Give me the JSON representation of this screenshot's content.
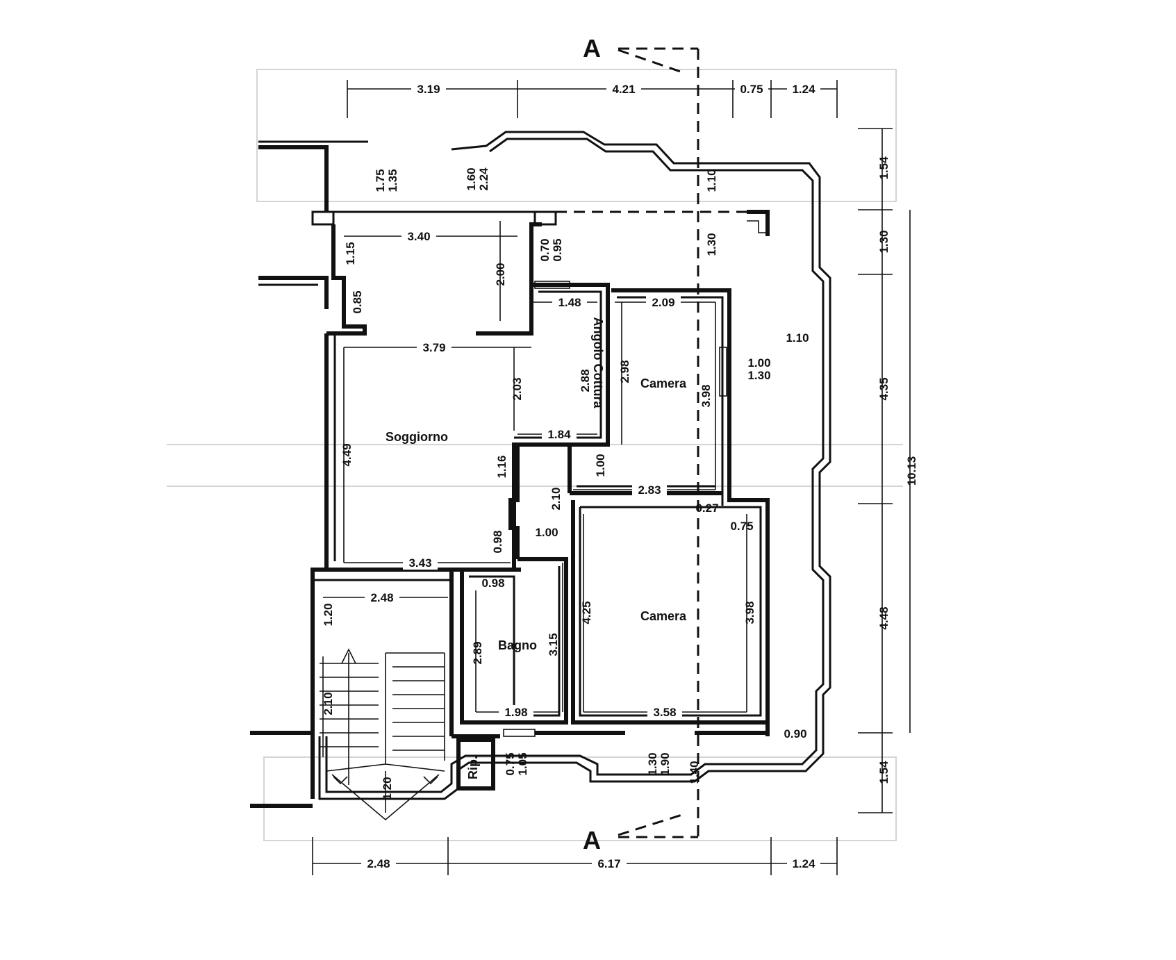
{
  "section_marker": "A",
  "rooms": {
    "soggiorno": "Soggiorno",
    "angolo_cottura": "Angolo Cottura",
    "camera_top": "Camera",
    "camera_bottom": "Camera",
    "bagno": "Bagno",
    "ripostiglio": "Rip."
  },
  "dimensions": {
    "top": [
      "3.19",
      "4.21",
      "0.75",
      "1.24"
    ],
    "right": [
      "1.54",
      "1.30",
      "4.35",
      "4.48",
      "1.54",
      "10.13"
    ],
    "bottom": [
      "2.48",
      "6.17",
      "1.24"
    ],
    "balcony": [
      "1.75",
      "1.35",
      "1.60",
      "2.24",
      "3.40",
      "1.15",
      "0.85",
      "2.00",
      "0.70",
      "0.95"
    ],
    "soggiorno": [
      "3.79",
      "4.49",
      "2.03",
      "3.43"
    ],
    "kitchen": [
      "1.48",
      "2.88",
      "1.84"
    ],
    "camera_top": [
      "2.09",
      "2.98",
      "3.98",
      "1.00",
      "1.30",
      "1.10",
      "1.30",
      "1.10"
    ],
    "hall": [
      "1.16",
      "2.10",
      "1.00",
      "0.98",
      "1.00"
    ],
    "camera_bottom": [
      "2.83",
      "0.27",
      "0.75",
      "4.25",
      "3.98",
      "3.58"
    ],
    "bagno": [
      "0.98",
      "2.89",
      "3.15",
      "1.98"
    ],
    "stair": [
      "2.48",
      "1.20",
      "2.10",
      "1.20"
    ],
    "bottom_openings": [
      "0.75",
      "1.05",
      "1.30",
      "1.90",
      "1.40",
      "0.90"
    ]
  }
}
